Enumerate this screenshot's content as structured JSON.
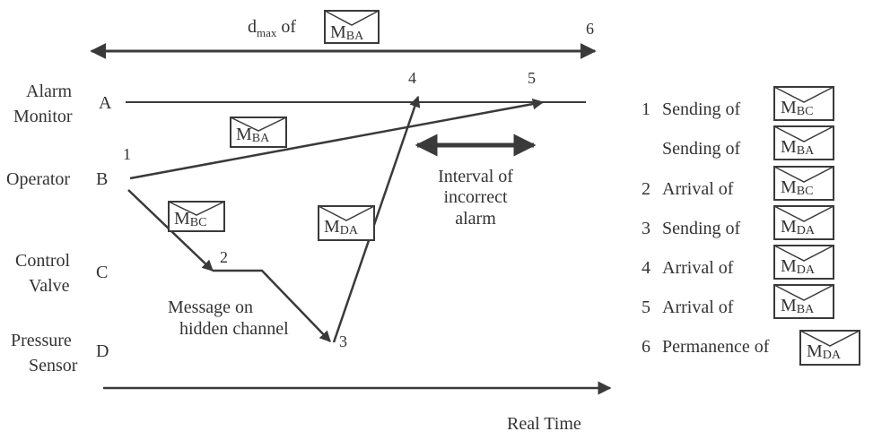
{
  "dmax": {
    "prefix": "d",
    "subscript": "max",
    "suffix": "of",
    "message": {
      "letter": "M",
      "sub": "BA"
    }
  },
  "points": {
    "p1": "1",
    "p2": "2",
    "p3": "3",
    "p4": "4",
    "p5": "5",
    "p6": "6"
  },
  "nodes": [
    {
      "id": "A",
      "letter": "A",
      "name_lines": [
        "Alarm",
        "Monitor"
      ]
    },
    {
      "id": "B",
      "letter": "B",
      "name_lines": [
        "Operator"
      ]
    },
    {
      "id": "C",
      "letter": "C",
      "name_lines": [
        "Control",
        "Valve"
      ]
    },
    {
      "id": "D",
      "letter": "D",
      "name_lines": [
        "Pressure",
        "Sensor"
      ]
    }
  ],
  "messages": {
    "mba": {
      "letter": "M",
      "sub": "BA"
    },
    "mbc": {
      "letter": "M",
      "sub": "BC"
    },
    "mda": {
      "letter": "M",
      "sub": "DA"
    }
  },
  "interval_label": [
    "Interval of",
    "incorrect",
    "alarm"
  ],
  "hidden_channel_label": [
    "Message on",
    "hidden channel"
  ],
  "time_label": "Real Time",
  "legend": [
    {
      "num": "1",
      "text": "Sending of",
      "letter": "M",
      "sub": "BC"
    },
    {
      "num": "",
      "text": "Sending of",
      "letter": "M",
      "sub": "BA"
    },
    {
      "num": "2",
      "text": "Arrival of",
      "letter": "M",
      "sub": "BC"
    },
    {
      "num": "3",
      "text": "Sending of",
      "letter": "M",
      "sub": "DA"
    },
    {
      "num": "4",
      "text": "Arrival of",
      "letter": "M",
      "sub": "DA"
    },
    {
      "num": "5",
      "text": "Arrival of",
      "letter": "M",
      "sub": "BA"
    },
    {
      "num": "6",
      "text": "Permanence of",
      "letter": "M",
      "sub": "DA"
    }
  ]
}
